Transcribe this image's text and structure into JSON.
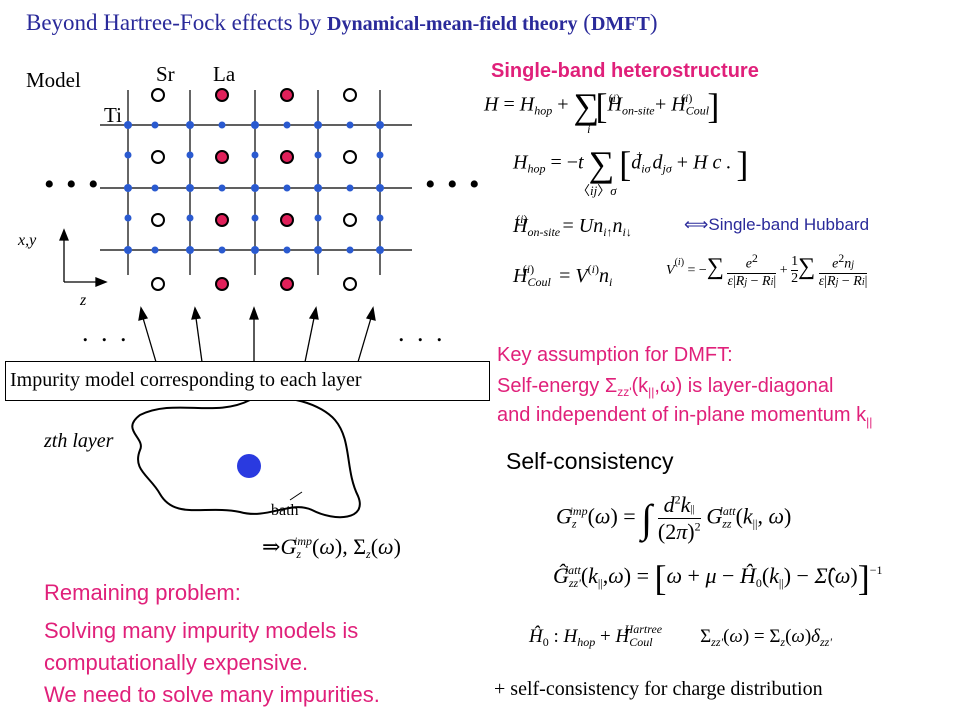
{
  "title": {
    "prefix": "Beyond Hartree-Fock effects by ",
    "bold": "Dynamical-mean-field theory",
    "paren_open": " (",
    "abbr": "DMFT",
    "paren_close": ")"
  },
  "model": {
    "label_model": "Model",
    "label_sr": "Sr",
    "label_la": "La",
    "label_ti": "Ti",
    "label_xy": "x,y",
    "label_z": "z",
    "dots": "• • •",
    "dots_small": ". . .",
    "columns": [
      "Sr",
      "La",
      "La",
      "Sr"
    ],
    "impurity_box": "Impurity model corresponding to each layer",
    "zth_layer": "zth layer",
    "bath": "bath",
    "colors": {
      "la": "#e0205a",
      "ti": "#2a5ad0",
      "blob_dot": "#2a3ae0"
    }
  },
  "heterostructure": {
    "heading": "Single-band heterostructure",
    "hubbard_note": "⟺Single-band Hubbard"
  },
  "dmft": {
    "key_title": "Key assumption for DMFT:",
    "line2_a": "Self-energy Σ",
    "line2_b": "zz'",
    "line2_c": "(k",
    "line2_d": "||",
    "line2_e": ",ω) is layer-diagonal",
    "line3": "and independent of in-plane momentum k",
    "line3_sub": "||"
  },
  "self_consistency": {
    "heading": "Self-consistency",
    "footer": "+ self-consistency for charge distribution"
  },
  "remaining": {
    "line1": "Remaining problem:",
    "line2": "Solving many impurity models is",
    "line3": "computationally expensive.",
    "line4": "We need to solve many impurities."
  }
}
